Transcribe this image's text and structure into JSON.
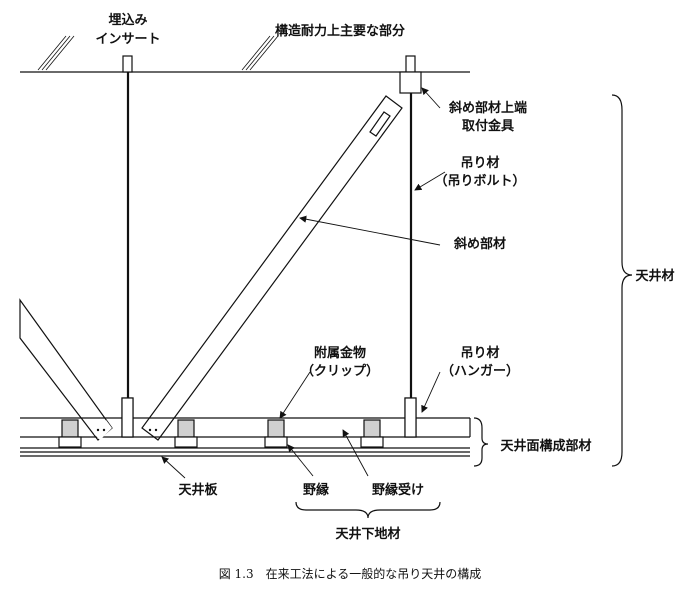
{
  "labels": {
    "insert_1": "埋込み",
    "insert_2": "インサート",
    "structural": "構造耐力上主要な部分",
    "brace_top_1": "斜め部材上端",
    "brace_top_2": "取付金具",
    "hanger_bolt_1": "吊り材",
    "hanger_bolt_2": "（吊りボルト）",
    "brace": "斜め部材",
    "hanger_1": "吊り材",
    "hanger_2": "（ハンガー）",
    "clip_1": "附属金物",
    "clip_2": "（クリップ）",
    "ceiling_material": "天井材",
    "ceiling_surface": "天井面構成部材",
    "ceiling_board": "天井板",
    "nobuchi": "野縁",
    "nobuchi_uke": "野縁受け",
    "substructure": "天井下地材"
  },
  "caption": "図 1.3　在来工法による一般的な吊り天井の構成",
  "colors": {
    "line": "#111111",
    "clip_fill": "#d0d0d0"
  }
}
